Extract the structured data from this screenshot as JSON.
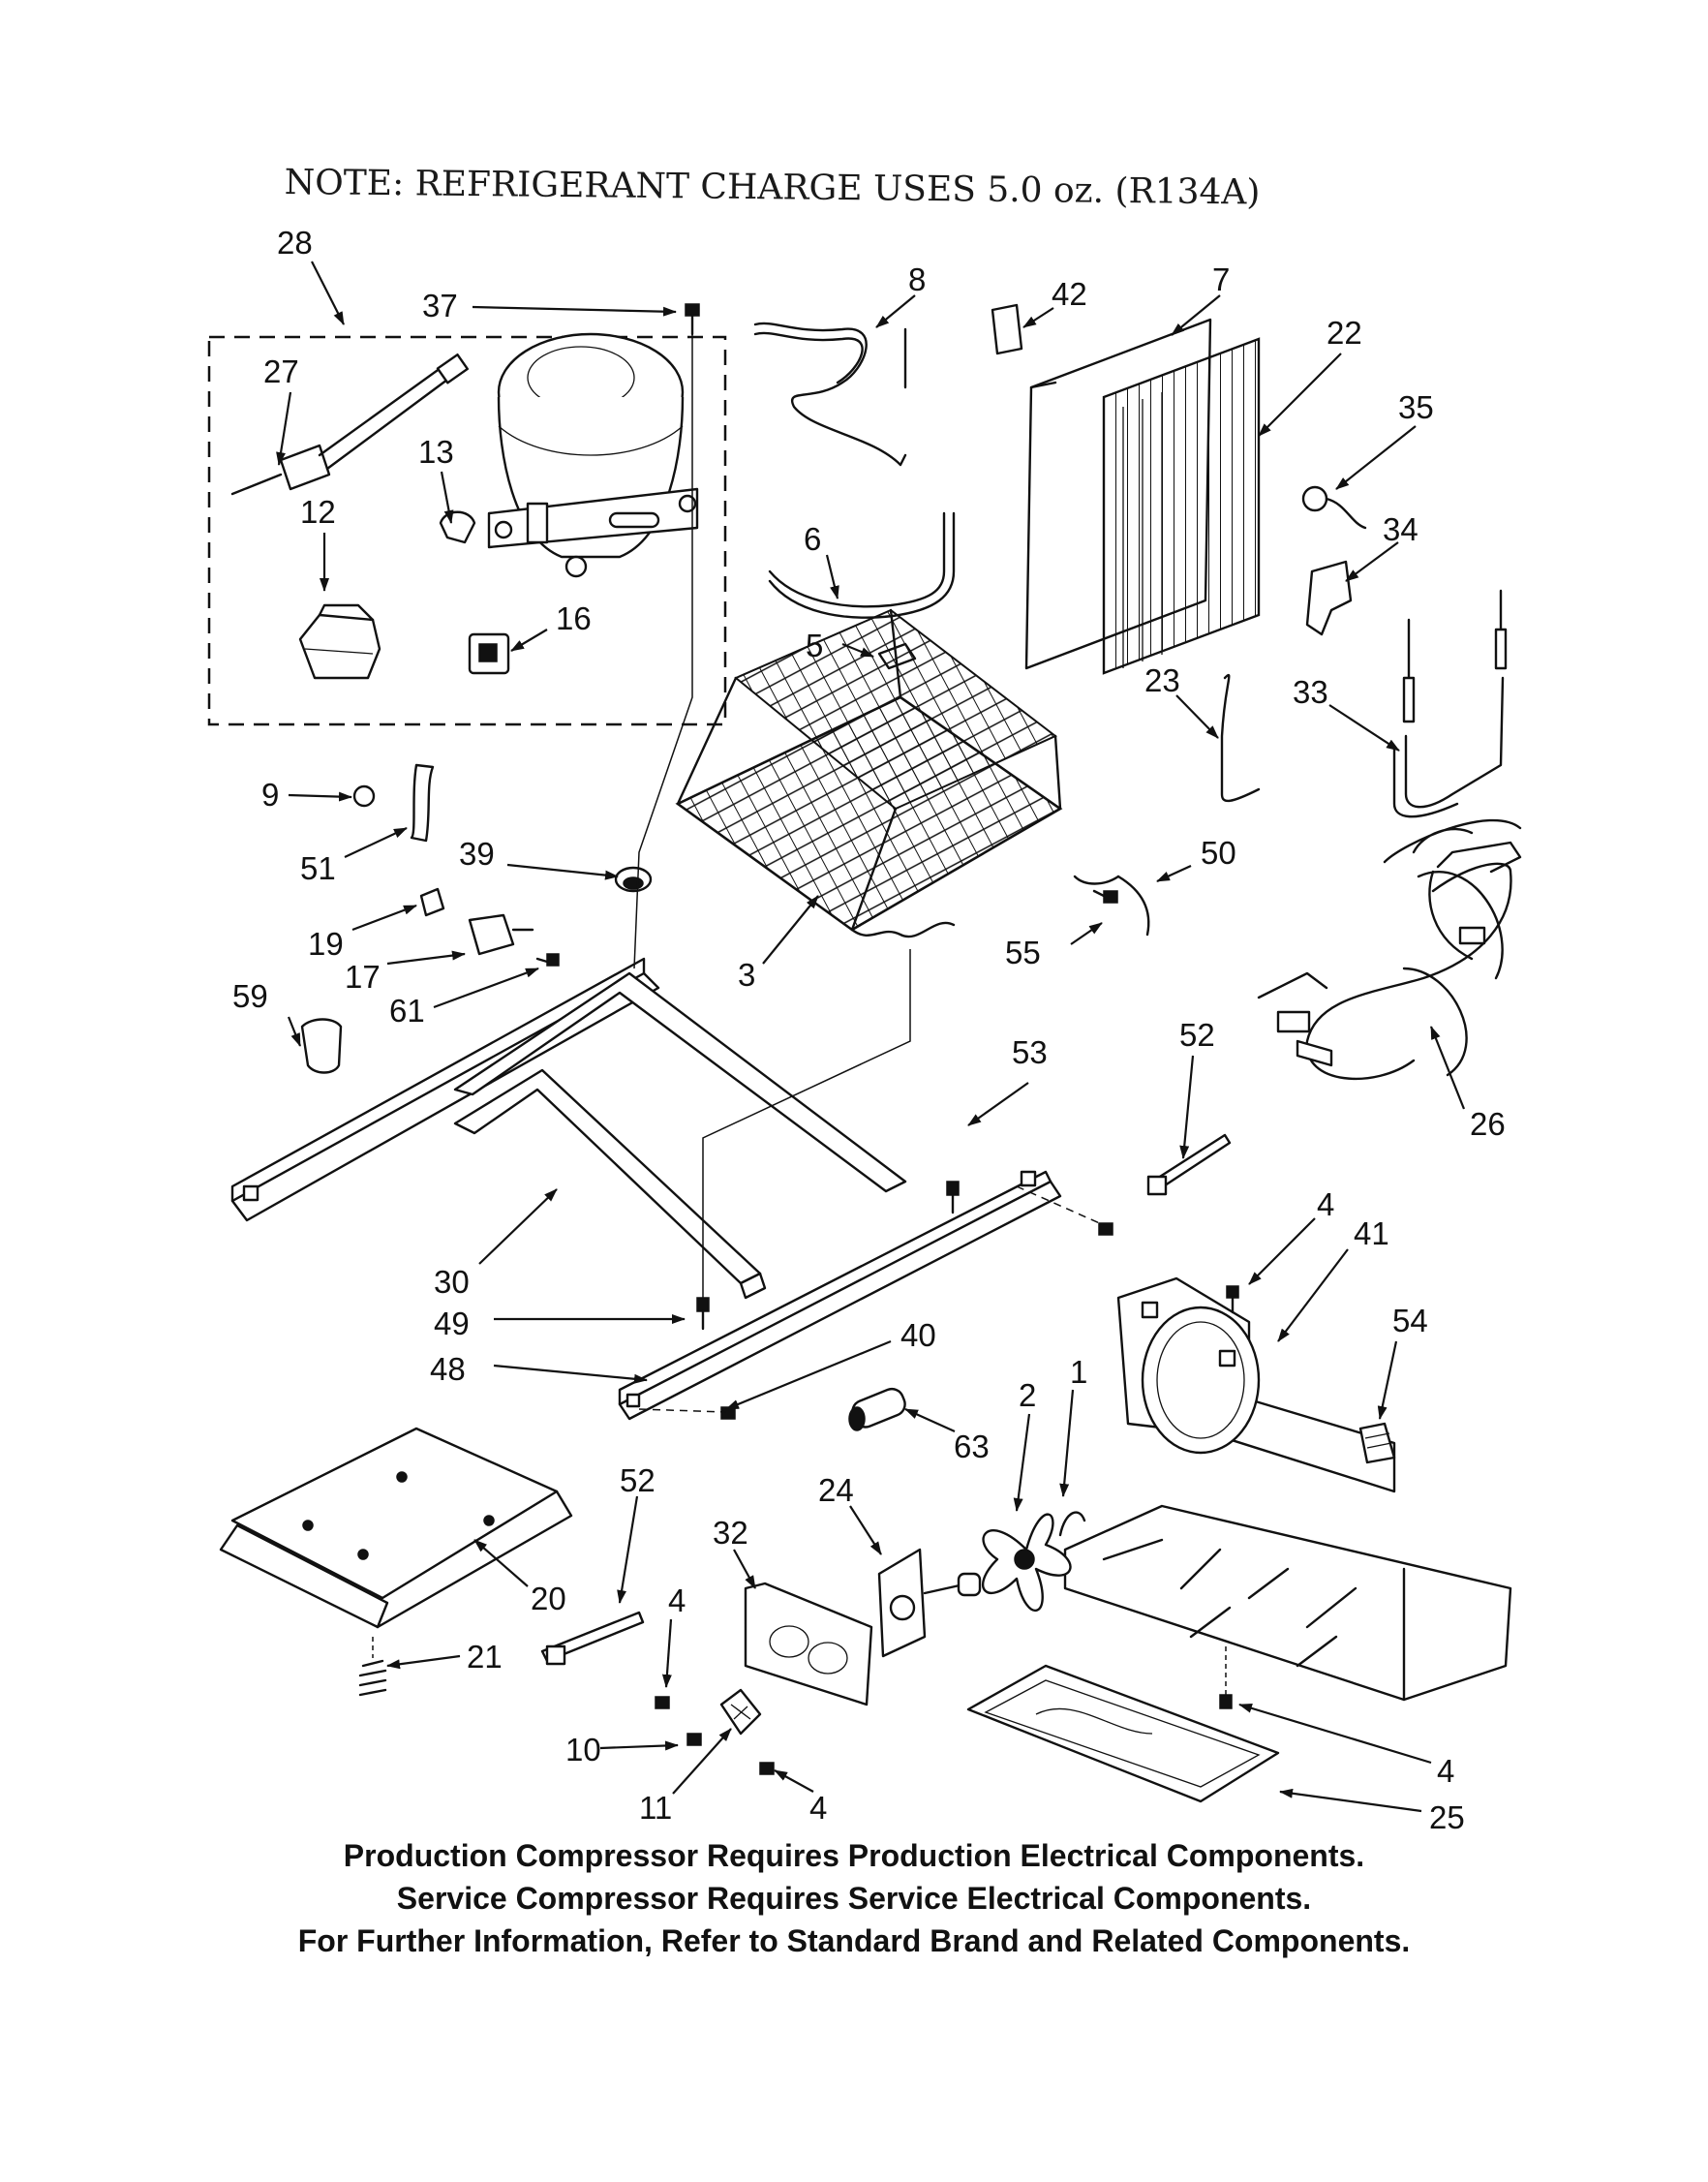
{
  "note": "NOTE: REFRIGERANT CHARGE USES 5.0 oz. (R134A)",
  "footer": {
    "line1": "Production Compressor Requires Production Electrical Components.",
    "line2": "Service Compressor Requires Service Electrical Components.",
    "line3": "For Further Information, Refer to Standard Brand and Related Components."
  },
  "labels": {
    "l28": "28",
    "l37": "37",
    "l27": "27",
    "l13": "13",
    "l12": "12",
    "l16": "16",
    "l8": "8",
    "l42": "42",
    "l7": "7",
    "l22": "22",
    "l35": "35",
    "l34": "34",
    "l6": "6",
    "l5": "5",
    "l23": "23",
    "l33": "33",
    "l9": "9",
    "l51": "51",
    "l39": "39",
    "l50": "50",
    "l19": "19",
    "l17": "17",
    "l55": "55",
    "l3": "3",
    "l61": "61",
    "l59": "59",
    "l53": "53",
    "l52a": "52",
    "l26": "26",
    "l30": "30",
    "l49": "49",
    "l48": "48",
    "l40": "40",
    "l4a": "4",
    "l41": "41",
    "l54": "54",
    "l63": "63",
    "l2": "2",
    "l1": "1",
    "l52b": "52",
    "l32": "32",
    "l24": "24",
    "l20": "20",
    "l4b": "4",
    "l21": "21",
    "l10": "10",
    "l11": "11",
    "l4c": "4",
    "l4d": "4",
    "l25": "25"
  }
}
